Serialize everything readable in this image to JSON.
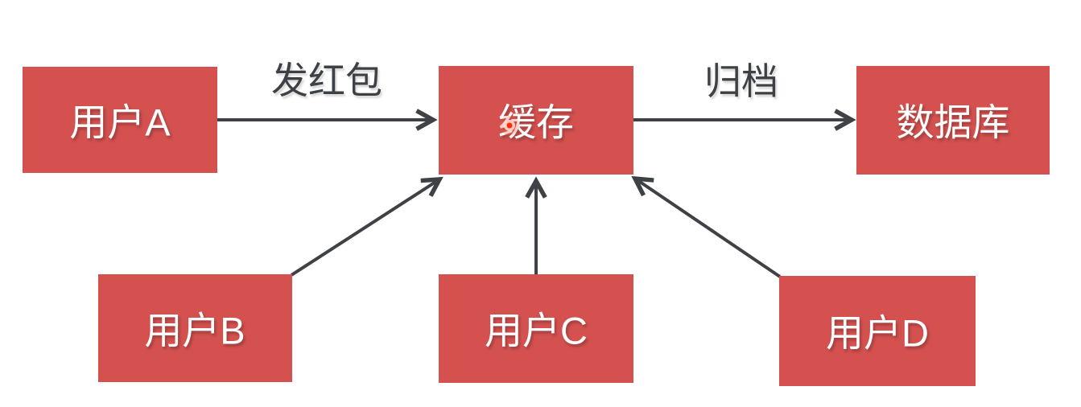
{
  "diagram": {
    "type": "flow-diagram",
    "nodes": [
      {
        "id": "user-a",
        "label": "用户A"
      },
      {
        "id": "cache",
        "label": "缓存"
      },
      {
        "id": "database",
        "label": "数据库"
      },
      {
        "id": "user-b",
        "label": "用户B"
      },
      {
        "id": "user-c",
        "label": "用户C"
      },
      {
        "id": "user-d",
        "label": "用户D"
      }
    ],
    "edges": [
      {
        "from": "user-a",
        "to": "cache",
        "label": "发红包"
      },
      {
        "from": "cache",
        "to": "database",
        "label": "归档"
      },
      {
        "from": "user-b",
        "to": "cache",
        "label": ""
      },
      {
        "from": "user-c",
        "to": "cache",
        "label": ""
      },
      {
        "from": "user-d",
        "to": "cache",
        "label": ""
      }
    ],
    "colors": {
      "node_fill": "#d4514f",
      "node_text": "#ffffff",
      "edge_stroke": "#3e4145",
      "edge_label_text": "#3d4045",
      "canvas_background": "#ffffff",
      "click_indicator": "#ff2a12"
    }
  }
}
